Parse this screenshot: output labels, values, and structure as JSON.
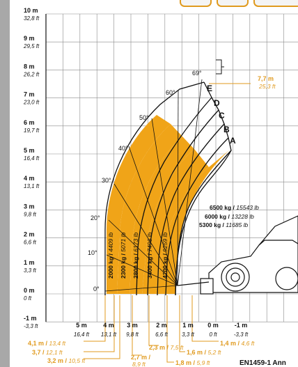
{
  "y_axis": [
    {
      "m": "10 m",
      "ft": "32,8 ft"
    },
    {
      "m": "9 m",
      "ft": "29,5 ft"
    },
    {
      "m": "8 m",
      "ft": "26,2 ft"
    },
    {
      "m": "7 m",
      "ft": "23,0 ft"
    },
    {
      "m": "6 m",
      "ft": "19,7 ft"
    },
    {
      "m": "5 m",
      "ft": "16,4 ft"
    },
    {
      "m": "4 m",
      "ft": "13,1 ft"
    },
    {
      "m": "3 m",
      "ft": "9,8 ft"
    },
    {
      "m": "2 m",
      "ft": "6,6 ft"
    },
    {
      "m": "1 m",
      "ft": "3,3 ft"
    },
    {
      "m": "0 m",
      "ft": "0 ft"
    },
    {
      "m": "-1 m",
      "ft": "-3,3 ft"
    }
  ],
  "x_axis": [
    {
      "m": "5 m",
      "ft": "16,4 ft"
    },
    {
      "m": "4 m",
      "ft": "13,1 ft"
    },
    {
      "m": "3 m",
      "ft": "9,8 ft"
    },
    {
      "m": "2 m",
      "ft": "6,6 ft"
    },
    {
      "m": "1 m",
      "ft": "3,3 ft"
    },
    {
      "m": "0 m",
      "ft": "0 ft"
    },
    {
      "m": "-1 m",
      "ft": "-3,3 ft"
    }
  ],
  "angles": [
    "69°",
    "60°",
    "50°",
    "40°",
    "30°",
    "20°",
    "10°",
    "0°"
  ],
  "zones": [
    "E",
    "D",
    "C",
    "B",
    "A"
  ],
  "capacities": [
    {
      "kg": "6500 kg",
      "lb": "15543 lb"
    },
    {
      "kg": "6000 kg",
      "lb": "13228 lb"
    },
    {
      "kg": "5300 kg",
      "lb": "11685 lb"
    }
  ],
  "bands": [
    {
      "kg": "2000 kg",
      "lb": "4409 lb"
    },
    {
      "kg": "2300 kg",
      "lb": "5071 lb"
    },
    {
      "kg": "2800 kg",
      "lb": "6173 lb"
    },
    {
      "kg": "3400 kg",
      "lb": "7496 lb"
    },
    {
      "kg": "4200 kg",
      "lb": "9259 lb"
    }
  ],
  "max_height": {
    "m": "7,7 m",
    "ft": "25,3 ft"
  },
  "reach": [
    {
      "m": "4,1 m",
      "ft": "13,4 ft"
    },
    {
      "m": "3,7",
      "ft": "12,1 ft"
    },
    {
      "m": "3,2 m",
      "ft": "10,5 ft"
    },
    {
      "m": "2,7 m",
      "ft": "8,9 ft"
    },
    {
      "m": "2,3 m",
      "ft": "7,5 ft"
    },
    {
      "m": "1,8 m",
      "ft": "5,9 ft"
    },
    {
      "m": "1,6 m",
      "ft": "5,2 ft"
    },
    {
      "m": "1,4 m",
      "ft": "4,6 ft"
    }
  ],
  "norm": "EN1459-1 Ann",
  "colors": {
    "accent": "#e09a1e",
    "line": "#111111",
    "grid": "#8a8a8a",
    "side": "#a8a8a8"
  }
}
